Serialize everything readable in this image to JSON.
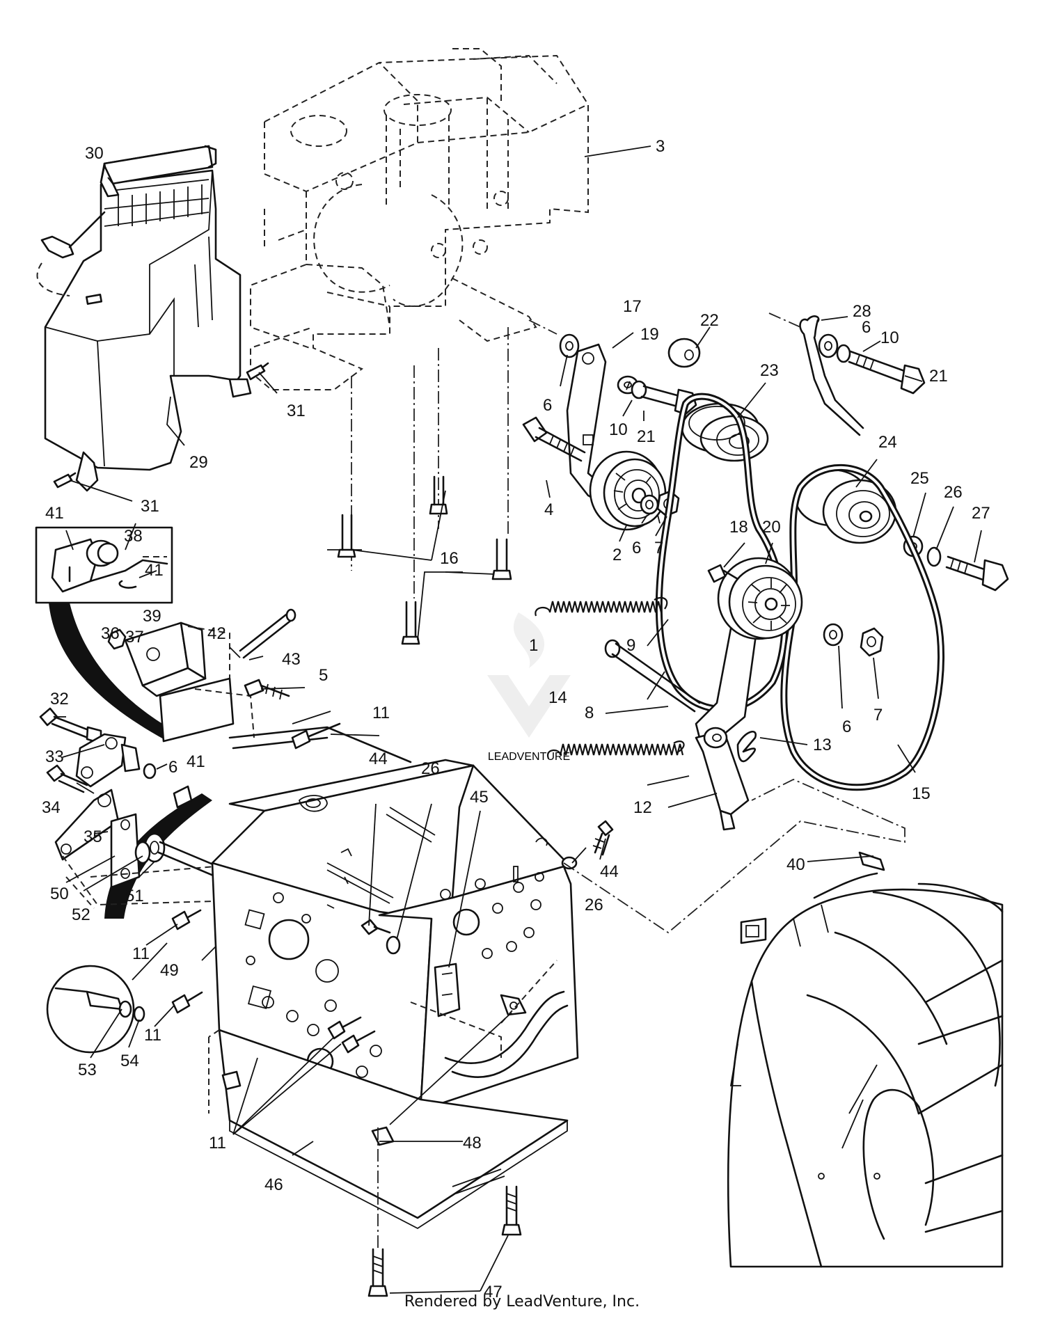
{
  "footer": "Rendered by LeadVenture, Inc.",
  "watermark": "LEADVENTURE",
  "callouts": [
    "1",
    "2",
    "3",
    "4",
    "5",
    "6",
    "7",
    "8",
    "9",
    "10",
    "11",
    "12",
    "13",
    "14",
    "15",
    "16",
    "17",
    "18",
    "19",
    "20",
    "21",
    "22",
    "23",
    "24",
    "25",
    "26",
    "27",
    "28",
    "29",
    "30",
    "31",
    "32",
    "33",
    "34",
    "35",
    "36",
    "37",
    "38",
    "39",
    "40",
    "41",
    "42",
    "43",
    "44",
    "45",
    "46",
    "47",
    "48",
    "49",
    "50",
    "51",
    "52",
    "53",
    "54"
  ]
}
